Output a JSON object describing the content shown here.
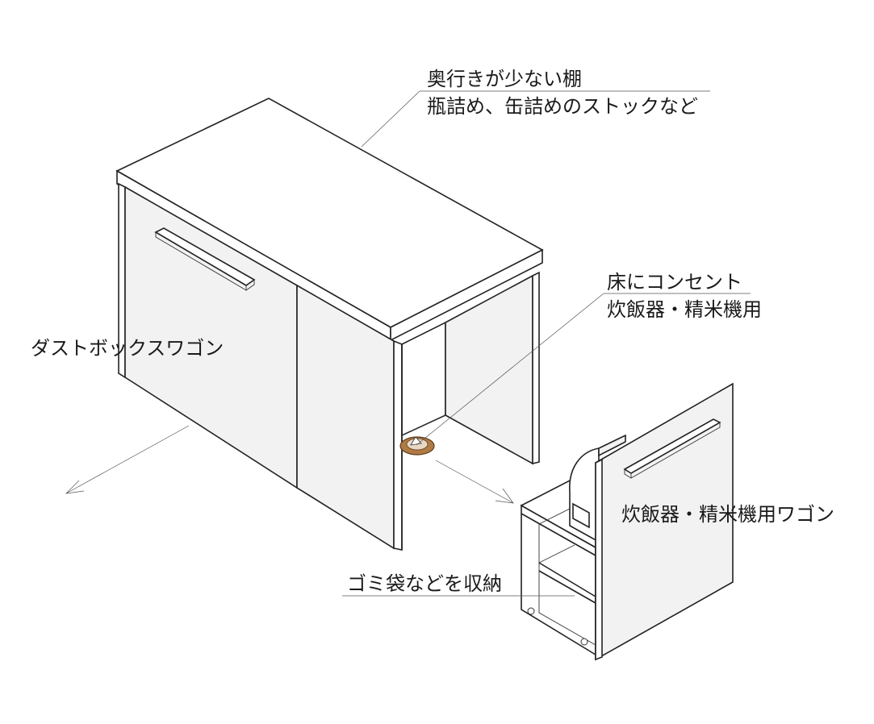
{
  "labels": {
    "shelf_title": "奥行きが少ない棚",
    "shelf_detail": "瓶詰め、缶詰めのストックなど",
    "outlet_title": "床にコンセント",
    "outlet_detail": "炊飯器・精米機用",
    "dust_wagon": "ダストボックスワゴン",
    "rice_wagon": "炊飯器・精米機用ワゴン",
    "trash_bag": "ゴミ袋などを収納"
  },
  "colors": {
    "line": "#222222",
    "panel": "#f2f2f2",
    "outlet": "#8a5a2b"
  }
}
